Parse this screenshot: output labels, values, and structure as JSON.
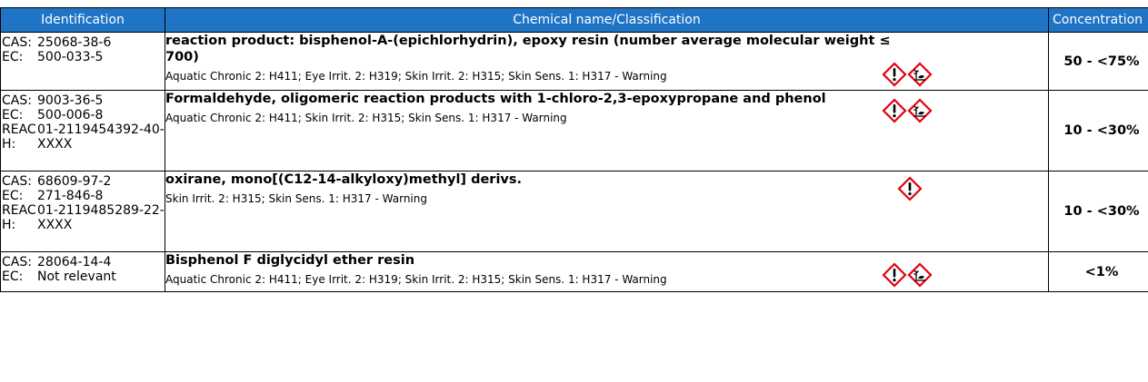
{
  "headers": {
    "identification": "Identification",
    "chemical": "Chemical name/Classification",
    "concentration": "Concentration"
  },
  "rows": [
    {
      "ident": [
        {
          "label": "CAS:",
          "value": "25068-38-6"
        },
        {
          "label": "EC:",
          "value": "500-033-5"
        }
      ],
      "name": "reaction product: bisphenol-A-(epichlorhydrin), epoxy resin (number average molecular weight ≤ 700)",
      "classification": "Aquatic Chronic 2: H411; Eye Irrit. 2: H319; Skin Irrit. 2: H315; Skin Sens. 1: H317 - Warning",
      "pictograms": [
        "exclamation-hazard-icon",
        "environment-hazard-icon"
      ],
      "concentration": "50 - <75%"
    },
    {
      "ident": [
        {
          "label": "CAS:",
          "value": "9003-36-5"
        },
        {
          "label": "EC:",
          "value": "500-006-8"
        },
        {
          "label": "REAC\nH:",
          "value": "01-2119454392-40-XXXX"
        }
      ],
      "name": "Formaldehyde, oligomeric reaction products with 1-chloro-2,3-epoxypropane and phenol",
      "classification": "Aquatic Chronic 2: H411; Skin Irrit. 2: H315; Skin Sens. 1: H317 - Warning",
      "pictograms": [
        "exclamation-hazard-icon",
        "environment-hazard-icon"
      ],
      "concentration": "10 - <30%"
    },
    {
      "ident": [
        {
          "label": "CAS:",
          "value": "68609-97-2"
        },
        {
          "label": "EC:",
          "value": "271-846-8"
        },
        {
          "label": "REAC\nH:",
          "value": "01-2119485289-22-XXXX"
        }
      ],
      "name": "oxirane, mono[(C12-14-alkyloxy)methyl] derivs.",
      "classification": "Skin Irrit. 2: H315; Skin Sens. 1: H317 - Warning",
      "pictograms": [
        "exclamation-hazard-icon"
      ],
      "concentration": "10 - <30%"
    },
    {
      "ident": [
        {
          "label": "CAS:",
          "value": "28064-14-4"
        },
        {
          "label": "EC:",
          "value": "Not relevant"
        }
      ],
      "name": "Bisphenol F diglycidyl ether resin",
      "classification": "Aquatic Chronic 2: H411; Eye Irrit. 2: H319; Skin Irrit. 2: H315; Skin Sens. 1: H317 - Warning",
      "pictograms": [
        "exclamation-hazard-icon",
        "environment-hazard-icon"
      ],
      "concentration": "<1%"
    }
  ]
}
